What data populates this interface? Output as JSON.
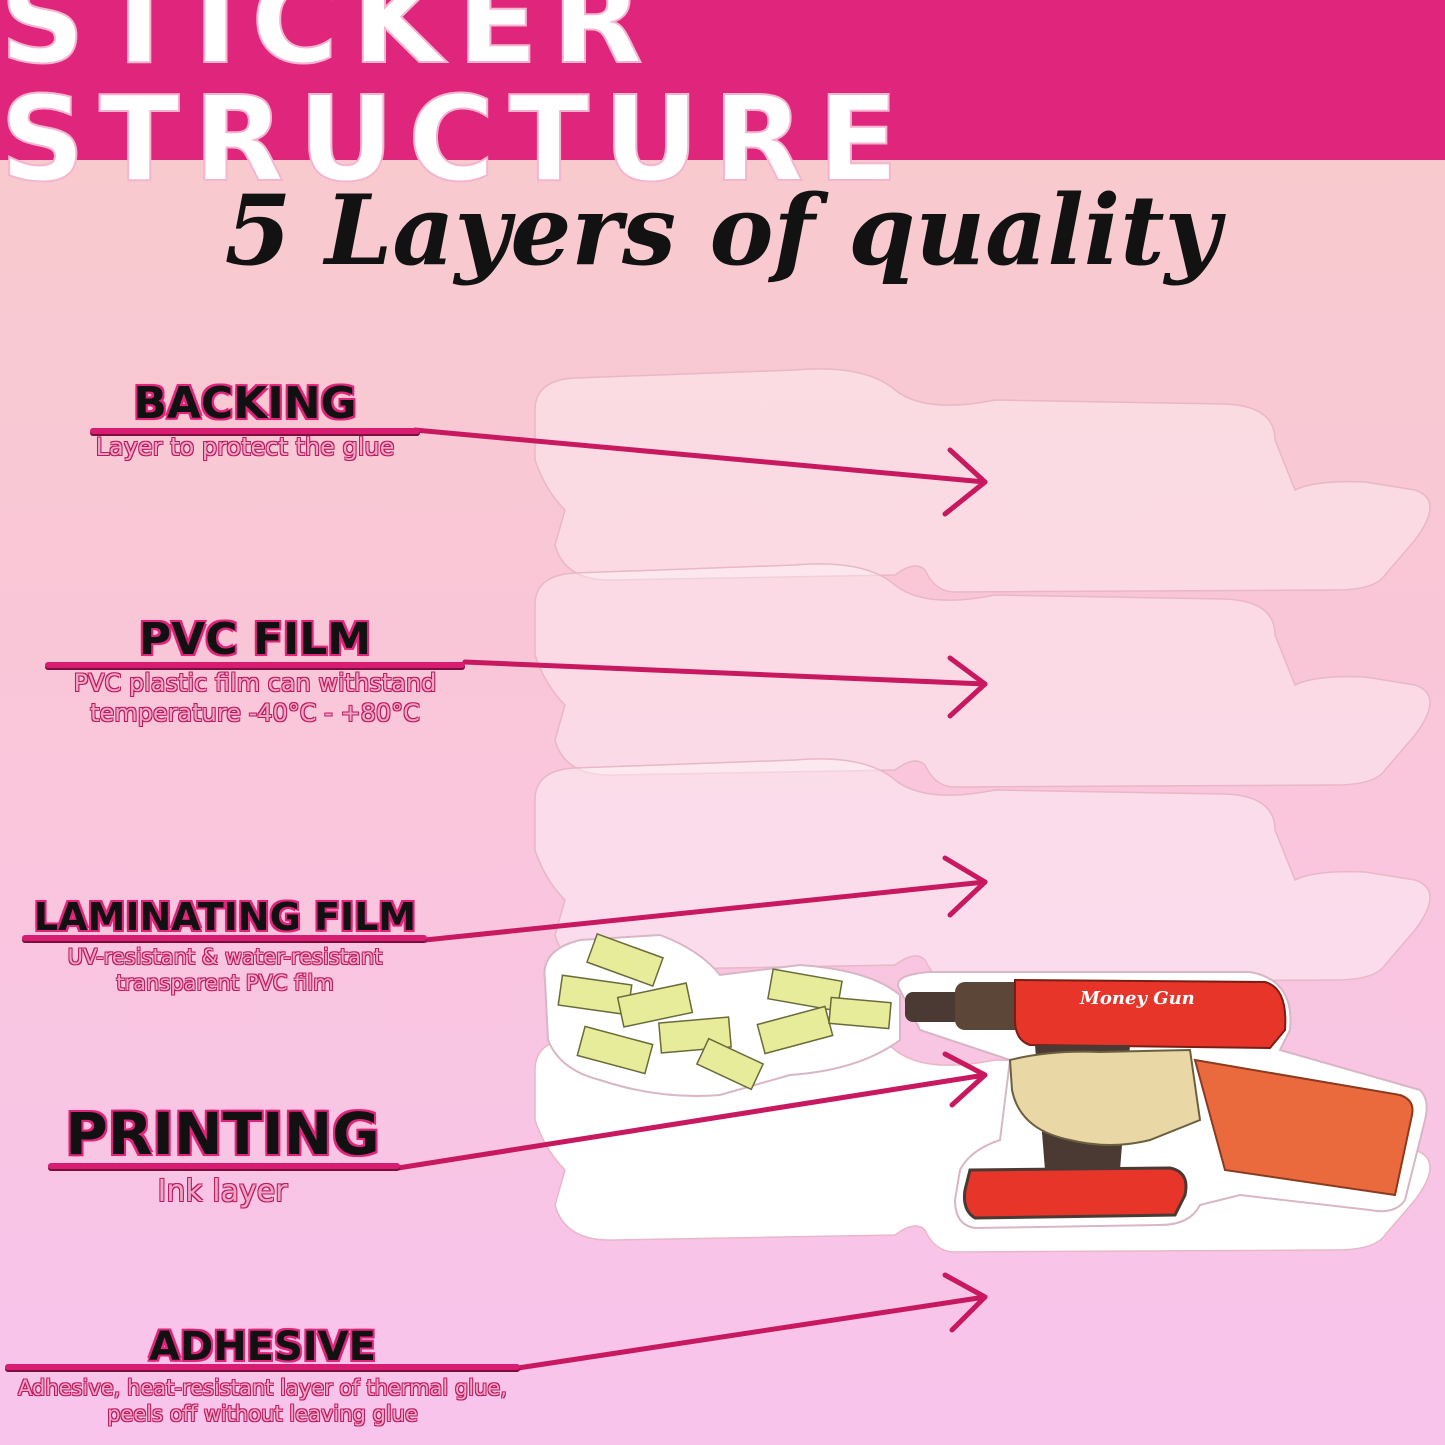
{
  "banner": {
    "title": "STICKER STRUCTURE",
    "color": "#e0257c"
  },
  "subtitle": "5 Layers of quality",
  "layers": [
    {
      "title": "BACKING",
      "description_lines": [
        "Layer to protect the glue"
      ]
    },
    {
      "title": "PVC FILM",
      "description_lines": [
        "PVC plastic film can withstand",
        "temperature -40°C - +80°C"
      ]
    },
    {
      "title": "LAMINATING FILM",
      "description_lines": [
        "UV-resistant & water-resistant",
        "transparent PVC film"
      ]
    },
    {
      "title": "PRINTING",
      "description_lines": [
        "Ink layer"
      ]
    },
    {
      "title": "ADHESIVE",
      "description_lines": [
        "Adhesive, heat-resistant layer of thermal glue,",
        "peels off without leaving glue"
      ]
    }
  ],
  "sticker_art": {
    "caption": "Money Gun",
    "icon": "money-gun-drill-icon"
  },
  "colors": {
    "accent": "#e0257c",
    "arrow": "#c8185f",
    "drill_red": "#e8352a",
    "hand": "#e9d8a6",
    "sleeve": "#ea6a3e",
    "money": "#e6ec9a"
  }
}
